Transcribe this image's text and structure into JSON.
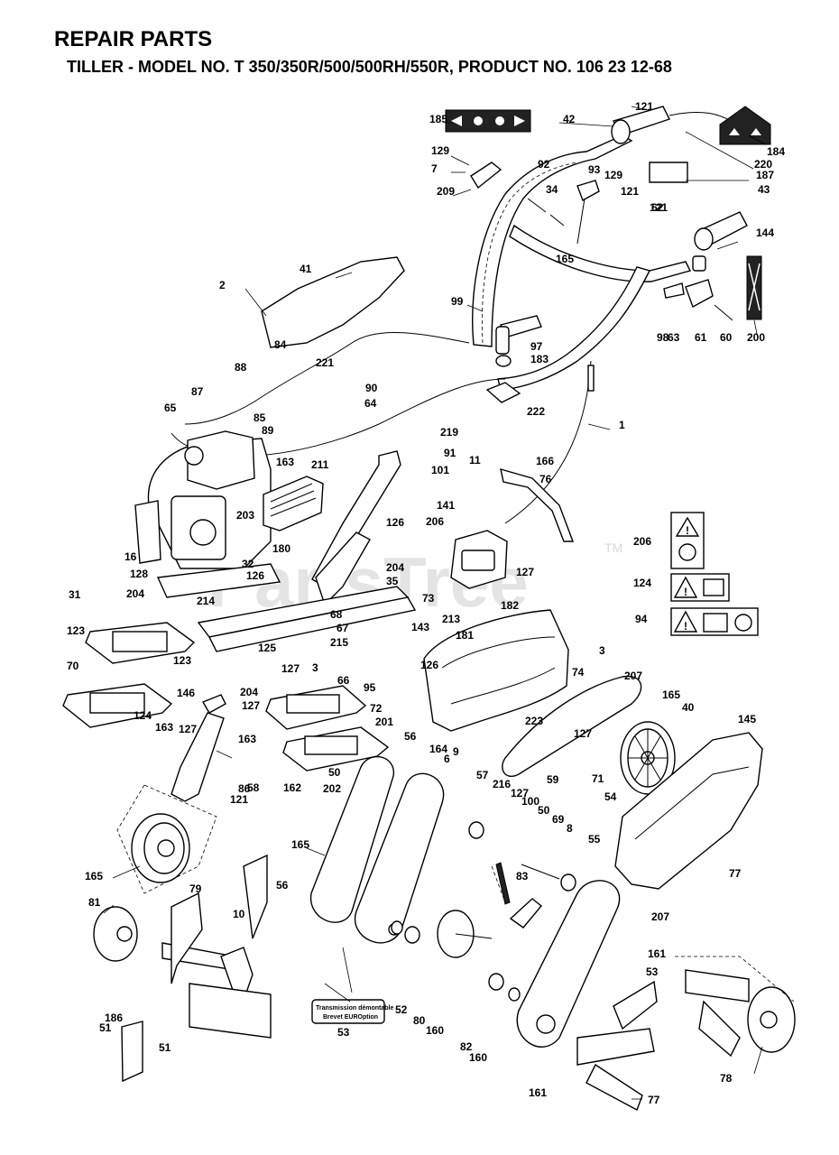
{
  "header": {
    "title": "REPAIR PARTS",
    "subtitle": "TILLER - MODEL NO. T 350/350R/500/500RH/550R, PRODUCT NO. 106 23 12-68"
  },
  "watermark": {
    "text": "PartsTree",
    "tm": "TM"
  },
  "decal_186": {
    "line1": "Transmission démontable",
    "line2": "Brevet EUROption"
  },
  "part_labels": [
    "121",
    "42",
    "185",
    "184",
    "220",
    "187",
    "43",
    "121",
    "129",
    "7",
    "209",
    "92",
    "93",
    "34",
    "129",
    "121",
    "62",
    "144",
    "165",
    "41",
    "2",
    "99",
    "97",
    "183",
    "200",
    "60",
    "61",
    "63",
    "98",
    "222",
    "84",
    "221",
    "90",
    "88",
    "87",
    "85",
    "89",
    "65",
    "64",
    "1",
    "219",
    "91",
    "101",
    "11",
    "166",
    "76",
    "163",
    "211",
    "141",
    "206",
    "203",
    "126",
    "180",
    "206",
    "16",
    "128",
    "32",
    "126",
    "204",
    "35",
    "127",
    "214",
    "204",
    "31",
    "73",
    "182",
    "124",
    "68",
    "67",
    "143",
    "213",
    "215",
    "181",
    "94",
    "3",
    "123",
    "125",
    "66",
    "95",
    "126",
    "74",
    "207",
    "127",
    "123",
    "204",
    "3",
    "70",
    "146",
    "127",
    "72",
    "165",
    "40",
    "145",
    "127",
    "124",
    "163",
    "163",
    "201",
    "127",
    "223",
    "86",
    "56",
    "9",
    "164",
    "6",
    "50",
    "58",
    "57",
    "216",
    "127",
    "121",
    "162",
    "202",
    "59",
    "71",
    "100",
    "54",
    "50",
    "69",
    "8",
    "165",
    "165",
    "55",
    "77",
    "83",
    "81",
    "79",
    "56",
    "10",
    "207",
    "161",
    "53",
    "51",
    "52",
    "80",
    "160",
    "186",
    "51",
    "53",
    "82",
    "160",
    "78",
    "161",
    "77"
  ],
  "safety_decals": [
    {
      "number": "180",
      "icon": "warning-triangle + rotating-tines"
    },
    {
      "number": "182",
      "icon": "warning-triangle + read-manual"
    },
    {
      "number": "181",
      "icon": "warning-triangle + keep-clear"
    }
  ],
  "colors": {
    "line": "#000000",
    "background": "#ffffff",
    "watermark": "#c8c8c8"
  }
}
